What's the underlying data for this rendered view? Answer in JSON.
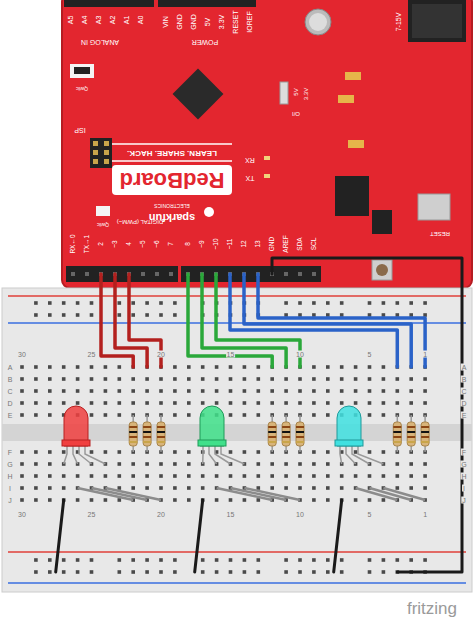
{
  "diagram": {
    "labels": [
      "A5",
      "A4",
      "A3",
      "A2",
      "A1",
      "A0",
      "VIN",
      "GND",
      "GND",
      "5V",
      "3.3V",
      "RESET",
      "IOREF",
      "ANALOG IN",
      "POWER",
      "7-15V",
      "ISP",
      "RedBoard",
      "LEARN. SHARE. HACK.",
      "sparkfun",
      "ELECTRONICS",
      "Qwiic",
      "Qwiic",
      "RX",
      "TX",
      "5V",
      "3.3V",
      "I/O",
      "RESET",
      "DIGITAL (PWM~)",
      "RX←0",
      "TX→1",
      "2",
      "~3",
      "4",
      "~5",
      "~6",
      "7",
      "8",
      "~9",
      "~10",
      "~11",
      "12",
      "13",
      "GND",
      "AREF",
      "SDA",
      "SCL",
      "30",
      "25",
      "20",
      "15",
      "10",
      "5",
      "1",
      "30",
      "25",
      "20",
      "15",
      "10",
      "5",
      "1",
      "A",
      "B",
      "C",
      "D",
      "E",
      "F",
      "G",
      "H",
      "I",
      "J",
      "A",
      "B",
      "C",
      "D",
      "E",
      "F",
      "G",
      "H",
      "I",
      "J",
      "fritzing"
    ]
  }
}
